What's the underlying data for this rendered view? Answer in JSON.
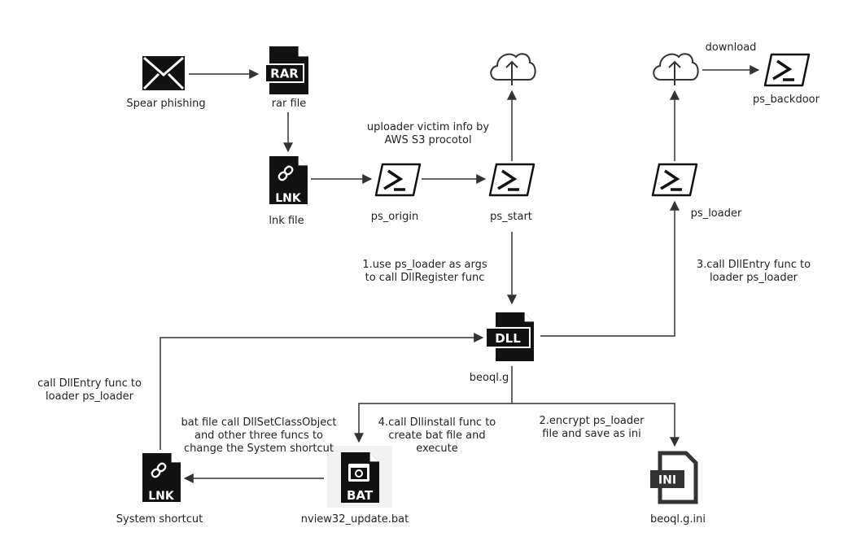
{
  "nodes": {
    "spear_phishing": "Spear phishing",
    "rar_file": "rar file",
    "lnk_file": "lnk file",
    "ps_origin": "ps_origin",
    "ps_start": "ps_start",
    "ps_loader": "ps_loader",
    "ps_backdoor": "ps_backdoor",
    "dll": "beoql.g",
    "system_shortcut": "System shortcut",
    "bat": "nview32_update.bat",
    "ini": "beoql.g.ini"
  },
  "icons": {
    "rar": "RAR",
    "lnk": "LNK",
    "dll": "DLL",
    "bat": "BAT",
    "ini": "INI"
  },
  "annotations": {
    "upload": "uploader victim info by\nAWS S3 procotol",
    "download": "download",
    "step1": "1.use ps_loader as args\nto call DllRegister func",
    "step2": "2.encrypt ps_loader\nfile and save as ini",
    "step3": "3.call DllEntry func to\nloader ps_loader",
    "step4": "4.call Dllinstall func to\ncreate bat file and\nexecute",
    "bat_call": "bat file call DllSetClassObject\nand other three funcs to\nchange the System shortcut",
    "dllentry": "call DllEntry func to\nloader ps_loader"
  }
}
